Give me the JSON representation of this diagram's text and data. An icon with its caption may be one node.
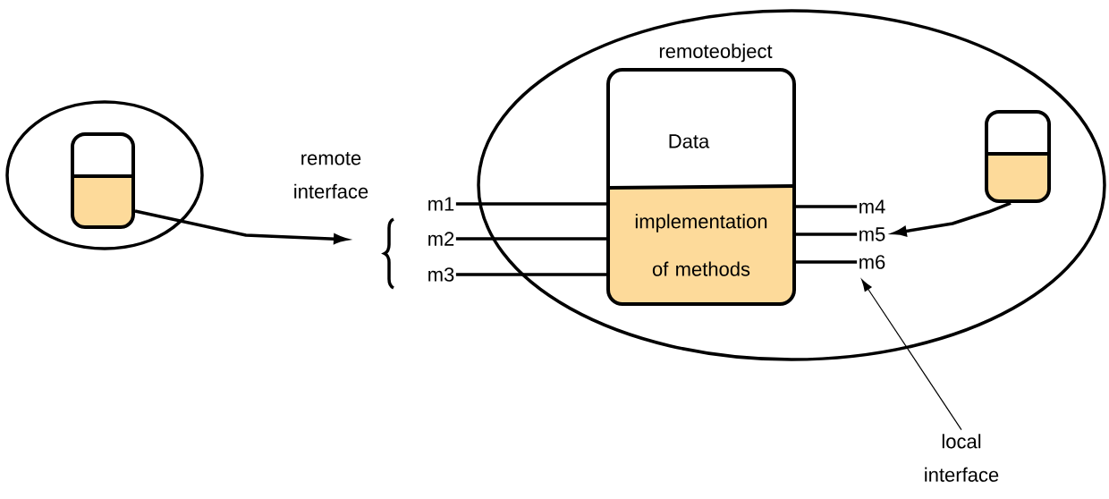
{
  "diagram": {
    "nodes": [
      {
        "text": [],
        "shape": "ellipse"
      },
      {
        "text": [],
        "shape": "box",
        "in": 0
      },
      {
        "text": [],
        "shape": "ellipse"
      },
      {
        "text": [
          "remoteobject",
          "Data",
          "implementation of methods"
        ],
        "in": 2
      },
      {
        "text": [],
        "shape": "box",
        "in": 2
      },
      {
        "text": [
          "m1"
        ]
      },
      {
        "text": [
          "m2"
        ]
      },
      {
        "text": [
          "m3"
        ]
      },
      {
        "text": [
          "m4"
        ],
        "in": 2
      },
      {
        "text": [
          "m5"
        ],
        "in": 2
      },
      {
        "text": [
          "m6"
        ],
        "in": 2
      },
      {
        "text": [
          "local interface"
        ]
      }
    ],
    "edges": [
      {
        "from": 1,
        "to": null,
        "arrow": "to"
      },
      {
        "from": 5,
        "to": 3,
        "arrow": "none"
      },
      {
        "from": 6,
        "to": 3,
        "arrow": "none"
      },
      {
        "from": 7,
        "to": 3,
        "arrow": "none"
      },
      {
        "from": 3,
        "to": 8,
        "arrow": "none"
      },
      {
        "from": 3,
        "to": 9,
        "arrow": "none"
      },
      {
        "from": 3,
        "to": 10,
        "arrow": "none"
      },
      {
        "from": 4,
        "to": 9,
        "arrow": "to"
      },
      {
        "from": 11,
        "to": 10,
        "arrow": "to"
      }
    ],
    "labels": [
      "remote interface"
    ]
  }
}
